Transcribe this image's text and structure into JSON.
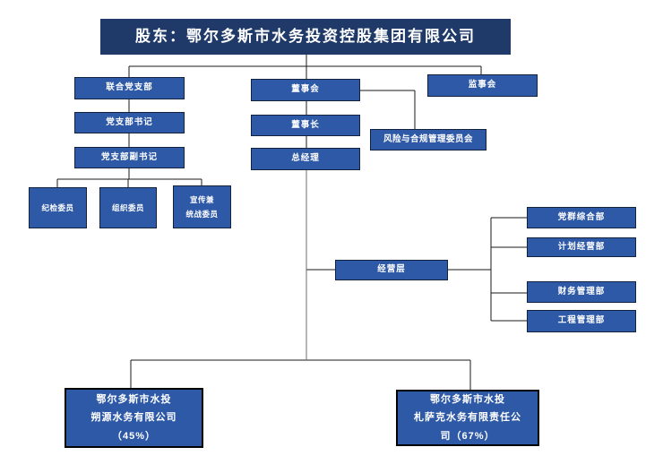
{
  "diagram": {
    "shareholder_title": "股东：鄂尔多斯市水务投资控股集团有限公司",
    "party_column": {
      "joint_party_branch": "联合党支部",
      "party_branch_secretary": "党支部书记",
      "party_branch_deputy_secretary": "党支部副书记",
      "discipline_inspection_member": "纪检委员",
      "organization_member": "组织委员",
      "propaganda_united_front_member": {
        "lines": [
          "宣传兼",
          "统战委员"
        ]
      }
    },
    "governance_column": {
      "board_of_directors": "董事会",
      "chairman": "董事长",
      "general_manager": "总经理",
      "supervisory_board": "监事会",
      "risk_compliance_committee": "风险与合规管理委员会"
    },
    "management": {
      "management_level": "经营层",
      "departments": [
        "党群综合部",
        "计划经营部",
        "财务管理部",
        "工程管理部"
      ]
    },
    "subsidiaries": {
      "left": {
        "lines": [
          "鄂尔多斯市水投",
          "朔源水务有限公司",
          "（45%）"
        ]
      },
      "right": {
        "lines": [
          "鄂尔多斯市水投",
          "札萨克水务有限责任公",
          "司（67%）"
        ]
      }
    }
  },
  "colors": {
    "page_bg": "#FFFFFF",
    "title_fill": "#1F3A68",
    "box_fill": "#2E59A6",
    "box_border": "#13233F",
    "subsidiary_border": "#000000",
    "text": "#FFFFFF",
    "line": "#1A1A1A",
    "line_light": "#6E6E6E"
  }
}
